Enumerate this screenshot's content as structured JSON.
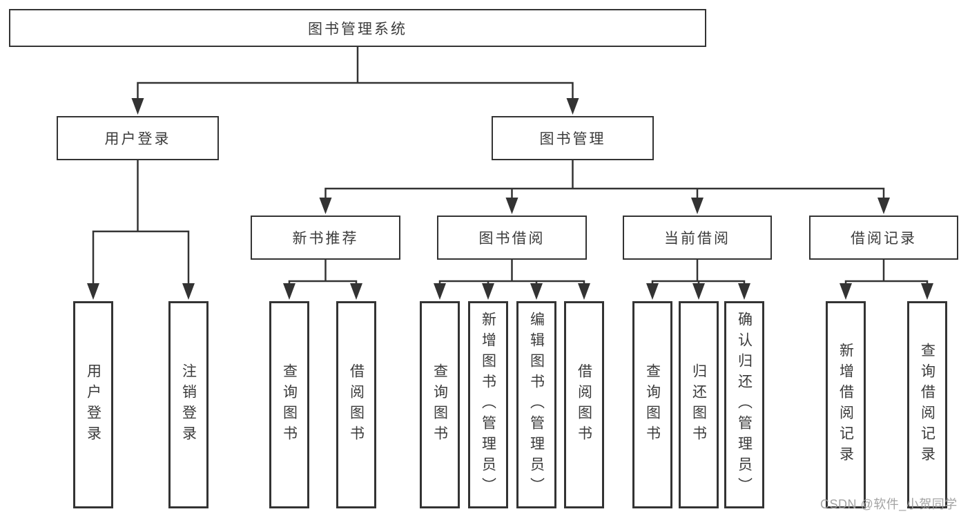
{
  "diagram": {
    "root": {
      "label": "图书管理系统"
    },
    "level2": [
      {
        "id": "user-login",
        "label": "用户登录"
      },
      {
        "id": "book-management",
        "label": "图书管理"
      }
    ],
    "level3": [
      {
        "id": "new-book-recommend",
        "label": "新书推荐"
      },
      {
        "id": "book-borrow",
        "label": "图书借阅"
      },
      {
        "id": "current-borrow",
        "label": "当前借阅"
      },
      {
        "id": "borrow-records",
        "label": "借阅记录"
      }
    ],
    "leaves": {
      "user_login": [
        {
          "label": "用户登录"
        },
        {
          "label": "注销登录"
        }
      ],
      "new_book_recommend": [
        {
          "label": "查询图书"
        },
        {
          "label": "借阅图书"
        }
      ],
      "book_borrow": [
        {
          "label": "查询图书"
        },
        {
          "label": "新增图书（管理员）"
        },
        {
          "label": "编辑图书（管理员）"
        },
        {
          "label": "借阅图书"
        }
      ],
      "current_borrow": [
        {
          "label": "查询图书"
        },
        {
          "label": "归还图书"
        },
        {
          "label": "确认归还（管理员）"
        }
      ],
      "borrow_records": [
        {
          "label": "新增借阅记录"
        },
        {
          "label": "查询借阅记录"
        }
      ]
    },
    "watermark": "CSDN @软件_小贺同学"
  },
  "colors": {
    "line": "#333333",
    "box_border": "#333333",
    "text": "#3b3b3b",
    "watermark": "#9e9e9e",
    "background": "#ffffff"
  }
}
